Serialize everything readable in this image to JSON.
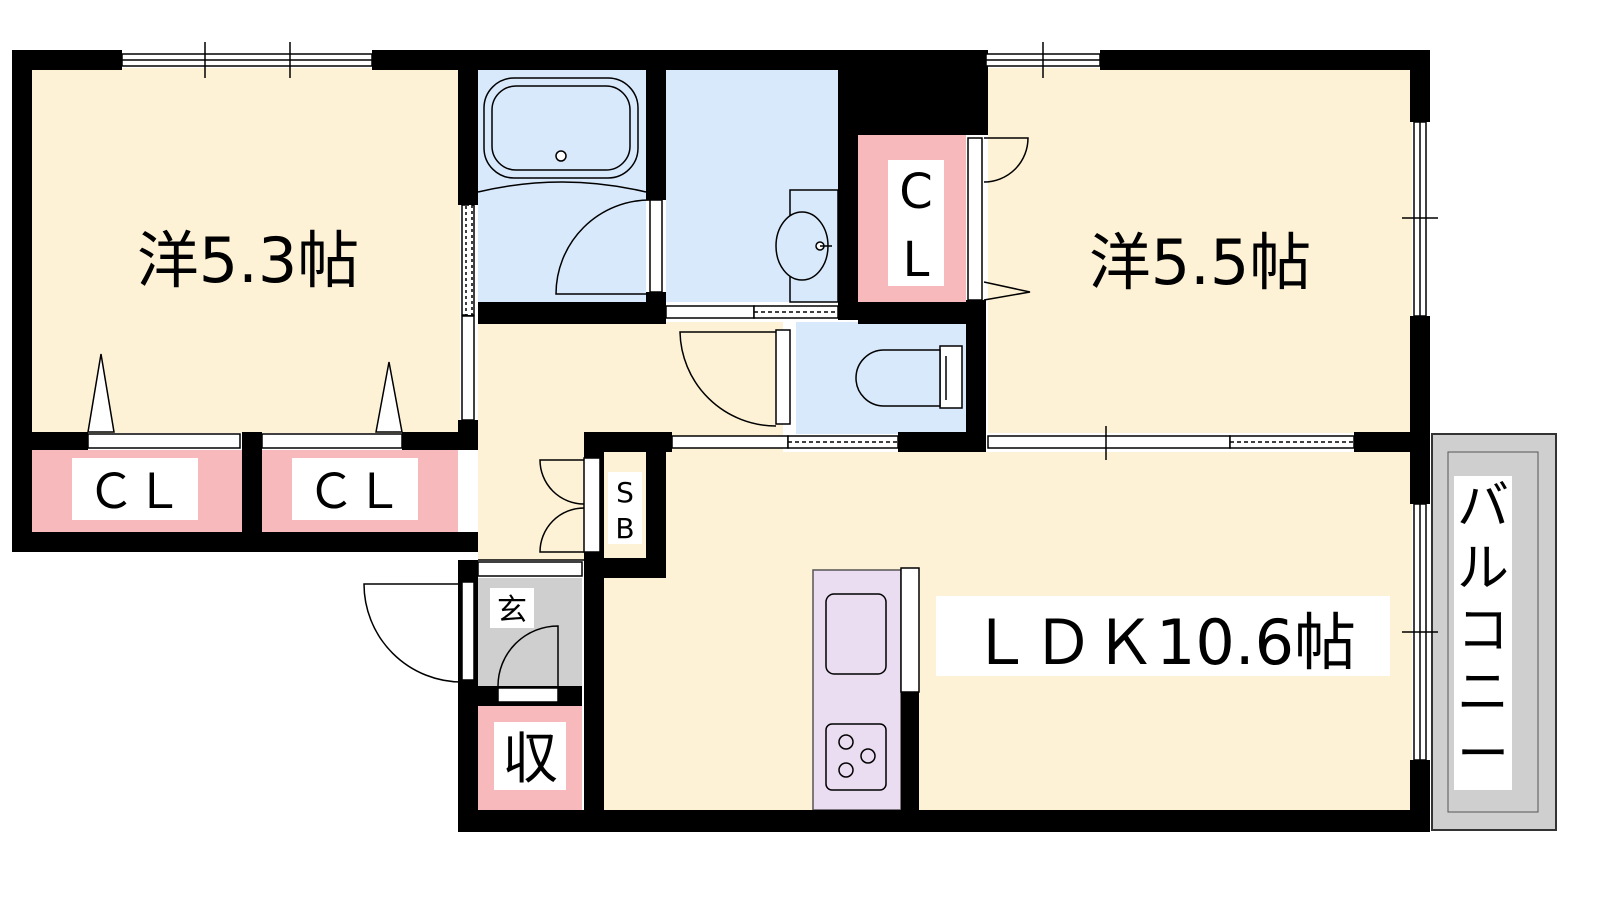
{
  "rooms": {
    "western_left": "洋5.3帖",
    "western_right": "洋5.5帖",
    "ldk": "ＬＤＫ10.6帖",
    "closet_c": "C",
    "closet_l": "L",
    "closet_a": "ＣＬ",
    "closet_b": "ＣＬ",
    "shoe_box_s": "S",
    "shoe_box_b": "B",
    "entrance": "玄",
    "storage": "収",
    "balcony": [
      "バ",
      "ル",
      "コ",
      "ニ",
      "ー"
    ]
  },
  "colors": {
    "wall": "#000000",
    "room_floor": "#fdf2d6",
    "wet_area": "#d8e9fb",
    "closet": "#f8b9bc",
    "kitchen": "#eadcf1",
    "entrance": "#cfcfcf",
    "balcony": "#cfcfcf"
  }
}
